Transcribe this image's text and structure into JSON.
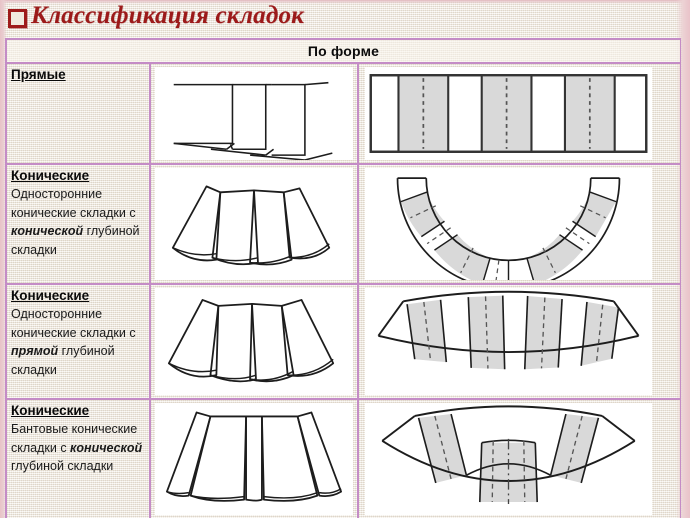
{
  "title": {
    "text": "Классификация складок",
    "bullet_icon": "square-bullet-icon",
    "color": "#9c1a1a"
  },
  "table": {
    "header": {
      "label": "По форме"
    },
    "colors": {
      "border": "#c48cc6",
      "background": "#efe9de",
      "figure_background": "#ffffff",
      "pleat_fill": "#d9d9d9",
      "line": "#1d1d1d"
    },
    "rows": [
      {
        "id": "row-straight",
        "heading": "Прямые",
        "description_parts": [],
        "figure_left": "straight-pleats-perspective-diagram",
        "figure_right": "straight-pleats-pattern-diagram"
      },
      {
        "id": "row-conical-conical-depth",
        "heading": "Конические",
        "description_parts": [
          {
            "text": "Односторонние конические складки с ",
            "emphasis": false
          },
          {
            "text": "конической",
            "emphasis": true
          },
          {
            "text": " глубиной складки",
            "emphasis": false
          }
        ],
        "figure_left": "conical-pleats-fan-diagram",
        "figure_right": "conical-pleats-horseshoe-pattern-diagram"
      },
      {
        "id": "row-conical-straight-depth",
        "heading": "Конические",
        "description_parts": [
          {
            "text": "Односторонние конические складки с ",
            "emphasis": false
          },
          {
            "text": "прямой",
            "emphasis": true
          },
          {
            "text": " глубиной складки",
            "emphasis": false
          }
        ],
        "figure_left": "conical-pleats-fan-wide-diagram",
        "figure_right": "conical-pleats-arc-pattern-diagram"
      },
      {
        "id": "row-conical-box",
        "heading": "Конические",
        "description_parts": [
          {
            "text": "Бантовые конические складки с ",
            "emphasis": false
          },
          {
            "text": "конической",
            "emphasis": true
          },
          {
            "text": " глубиной складки",
            "emphasis": false
          }
        ],
        "figure_left": "box-pleats-fan-diagram",
        "figure_right": "box-pleats-arc-pattern-diagram"
      }
    ]
  }
}
